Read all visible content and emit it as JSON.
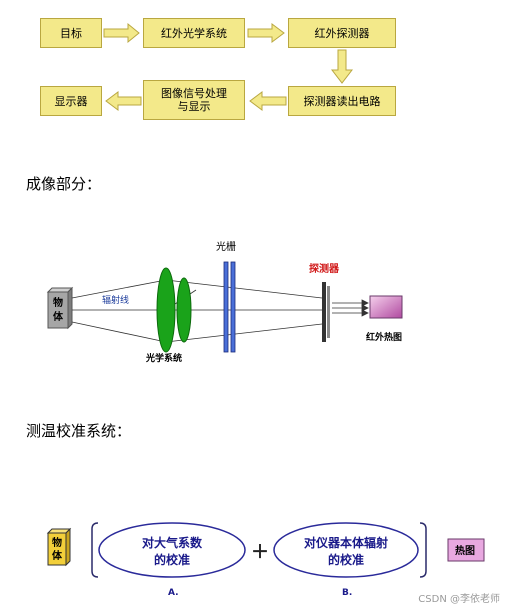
{
  "flowchart": {
    "boxes": [
      "目标",
      "红外光学系统",
      "红外探测器",
      "探测器读出电路",
      "图像信号处理\n与显示",
      "显示器"
    ]
  },
  "headings": {
    "imaging": "成像部分：",
    "calibration": "测温校准系统："
  },
  "imaging_diagram": {
    "object_label": "物\n体",
    "radiation_label": "辐射线",
    "optics_label": "光学系统",
    "grating_label": "光栅",
    "detector_label": "探测器",
    "output_label": "红外热图",
    "colors": {
      "lens": "#1aa31a",
      "grating": "#4a6fd8",
      "detector_label": "#d11a1a",
      "output": "#d8a0d0"
    }
  },
  "calibration_diagram": {
    "object_label": "物\n体",
    "ellipse_a": "对大气系数\n的校准",
    "ellipse_b": "对仪器本体辐射\n的校准",
    "tag_a": "A.",
    "tag_b": "B.",
    "plus_symbol": "＋",
    "result_label": "热图",
    "colors": {
      "ellipse_border": "#2a2a9a",
      "ellipse_text": "#1a1a8a",
      "object": "#f2cf3a",
      "result": "#e8a8e0"
    }
  },
  "watermark": "CSDN @李依老师"
}
